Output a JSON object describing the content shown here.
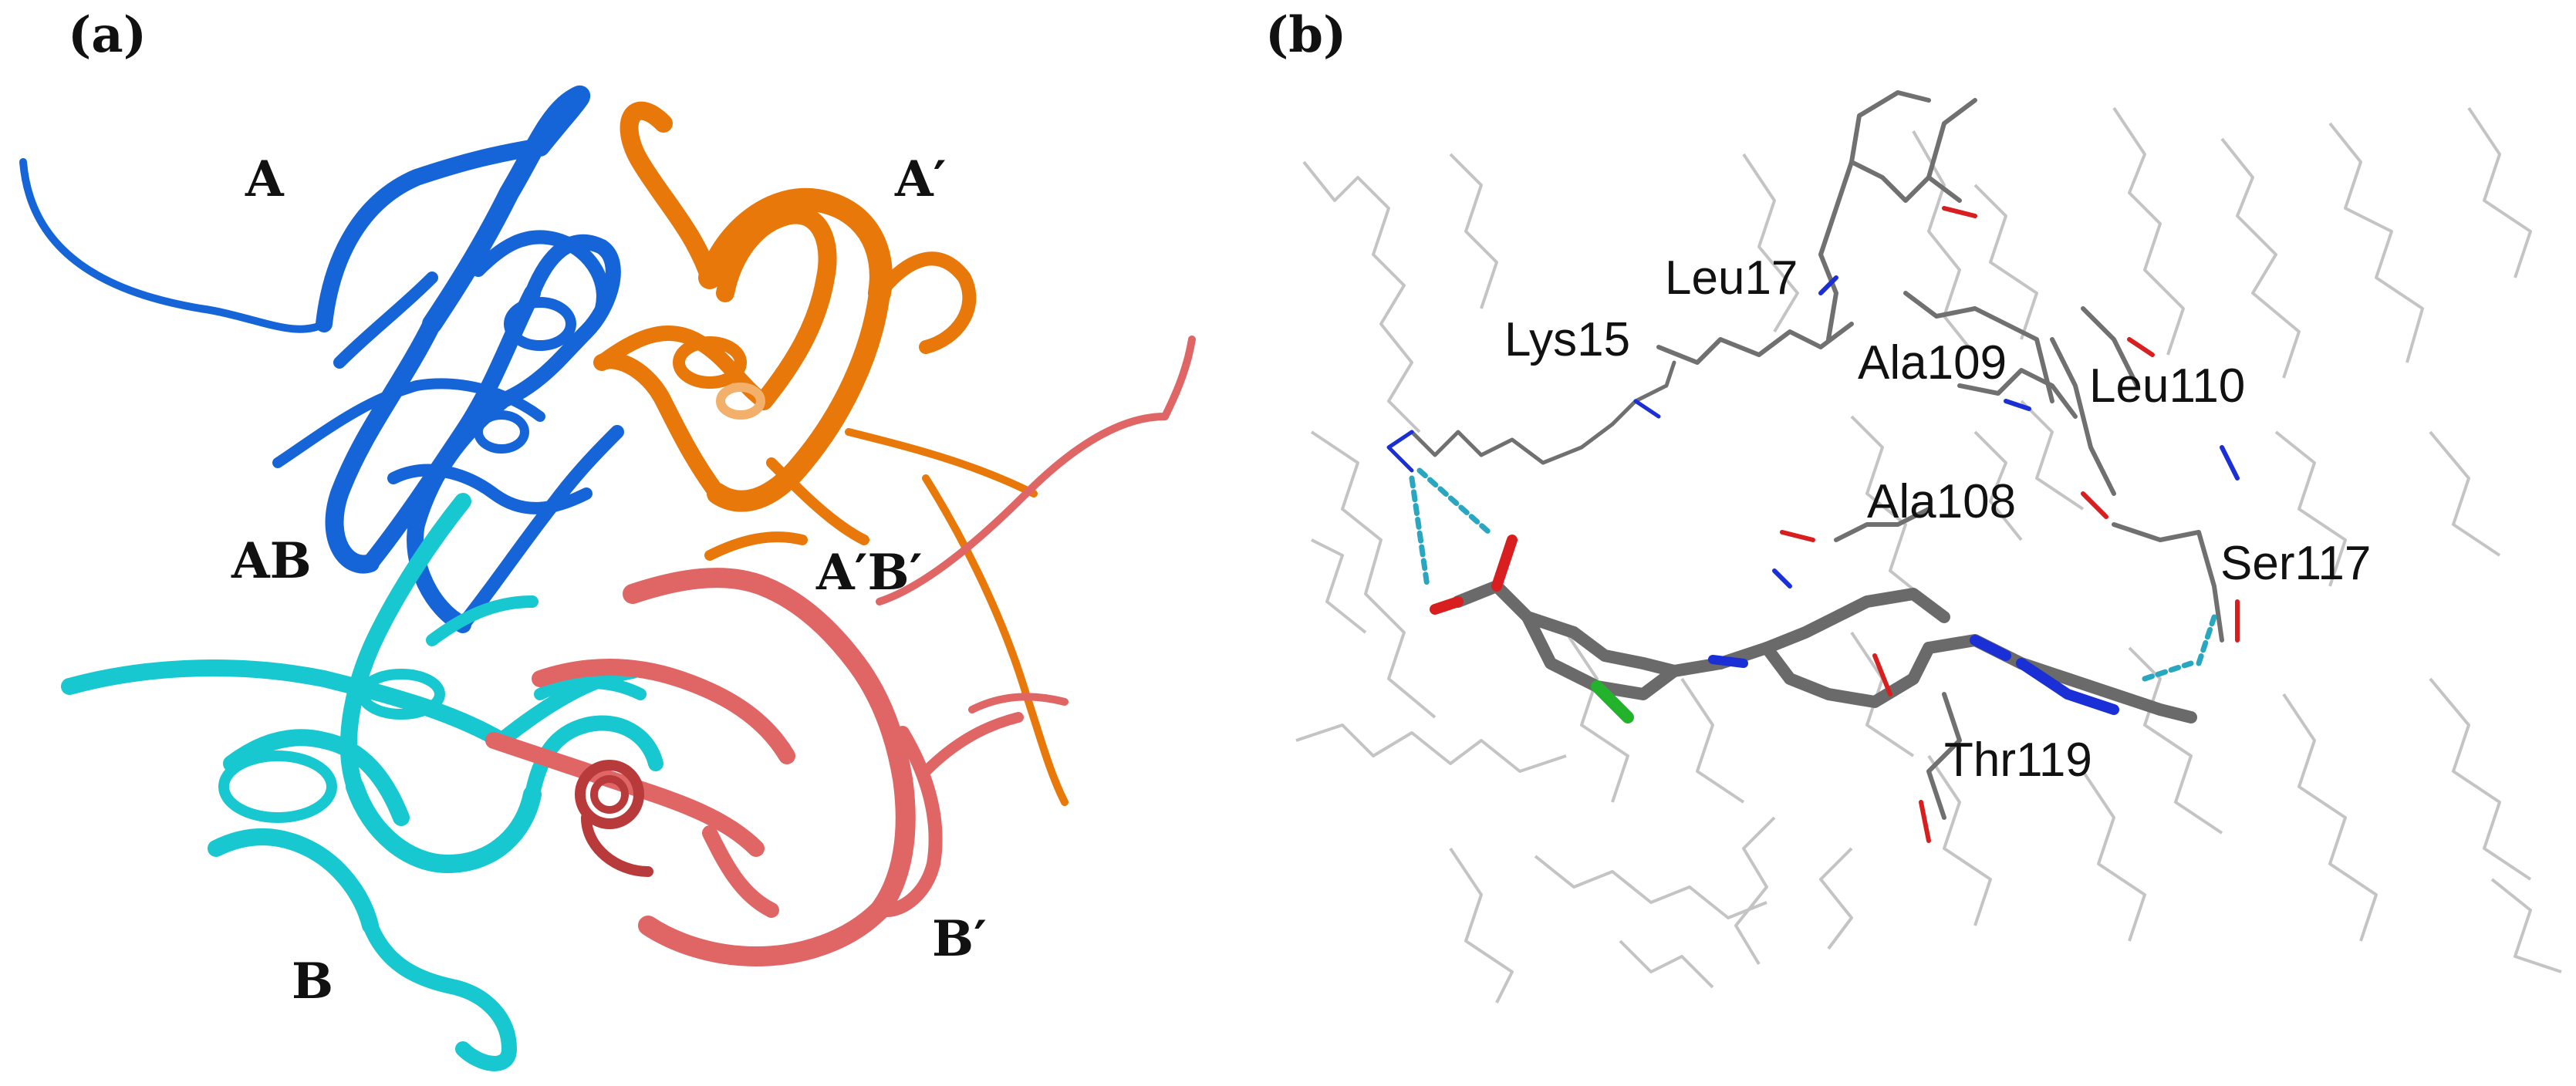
{
  "panel_a": {
    "label": "(a)",
    "chains": {
      "A": "A",
      "A_prime": "A′",
      "AB": "AB",
      "A_prime_B_prime": "A′B′",
      "B": "B",
      "B_prime": "B′"
    },
    "colors": {
      "A": "#1565d8",
      "A_prime": "#e8780a",
      "B": "#18c8d0",
      "B_prime": "#e06666"
    }
  },
  "panel_b": {
    "label": "(b)",
    "residues": {
      "lys15": "Lys15",
      "leu17": "Leu17",
      "ala109": "Ala109",
      "leu110": "Leu110",
      "ala108": "Ala108",
      "ser117": "Ser117",
      "thr119": "Thr119"
    },
    "colors": {
      "ligand": "#6a6a6a",
      "nitrogen": "#1a2fd6",
      "oxygen": "#d81e1e",
      "chlorine": "#22b22b",
      "hbond": "#2aa7c0",
      "protein_wire": "#b8b8b8"
    }
  }
}
